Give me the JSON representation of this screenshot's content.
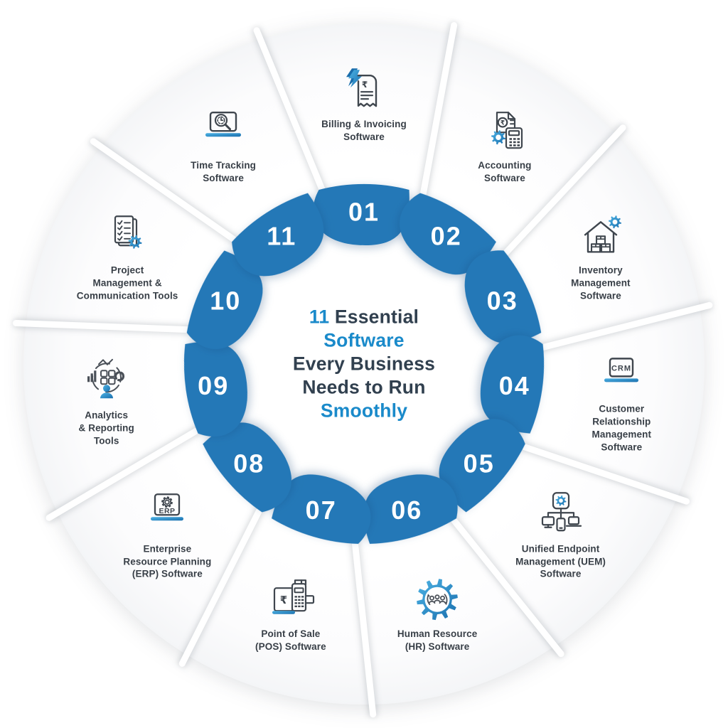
{
  "title": {
    "lines": [
      {
        "parts": [
          {
            "text": "11 ",
            "color": "accent"
          },
          {
            "text": "Essential",
            "color": "dark"
          }
        ]
      },
      {
        "parts": [
          {
            "text": "Software",
            "color": "accent"
          }
        ]
      },
      {
        "parts": [
          {
            "text": "Every Business",
            "color": "dark"
          }
        ]
      },
      {
        "parts": [
          {
            "text": "Needs to Run",
            "color": "dark"
          }
        ]
      },
      {
        "parts": [
          {
            "text": "Smoothly",
            "color": "accent"
          }
        ]
      }
    ]
  },
  "colors": {
    "accent_blue": "#1a8aca",
    "petal_dark": "#2478b7",
    "petal_mid": "#3498d4",
    "petal_light": "#5ab8e6",
    "title_dark": "#31404f",
    "label_text": "#383f47",
    "icon_stroke": "#3f464e",
    "wheel_white": "#ffffff"
  },
  "segments": [
    {
      "number": "01",
      "label_lines": [
        "Billing & Invoicing",
        "Software"
      ],
      "icon": "billing-invoicing-icon"
    },
    {
      "number": "02",
      "label_lines": [
        "Accounting",
        "Software"
      ],
      "icon": "accounting-icon"
    },
    {
      "number": "03",
      "label_lines": [
        "Inventory",
        "Management",
        "Software"
      ],
      "icon": "inventory-icon"
    },
    {
      "number": "04",
      "label_lines": [
        "Customer",
        "Relationship",
        "Management",
        "Software"
      ],
      "icon": "crm-icon"
    },
    {
      "number": "05",
      "label_lines": [
        "Unified Endpoint",
        "Management (UEM)",
        "Software"
      ],
      "icon": "uem-icon"
    },
    {
      "number": "06",
      "label_lines": [
        "Human Resource",
        "(HR) Software"
      ],
      "icon": "hr-icon"
    },
    {
      "number": "07",
      "label_lines": [
        "Point of Sale",
        "(POS) Software"
      ],
      "icon": "pos-icon"
    },
    {
      "number": "08",
      "label_lines": [
        "Enterprise",
        "Resource Planning",
        "(ERP) Software"
      ],
      "icon": "erp-icon"
    },
    {
      "number": "09",
      "label_lines": [
        "Analytics",
        "& Reporting",
        "Tools"
      ],
      "icon": "analytics-icon"
    },
    {
      "number": "10",
      "label_lines": [
        "Project",
        "Management &",
        "Communication Tools"
      ],
      "icon": "project-management-icon"
    },
    {
      "number": "11",
      "label_lines": [
        "Time Tracking",
        "Software"
      ],
      "icon": "time-tracking-icon"
    }
  ]
}
